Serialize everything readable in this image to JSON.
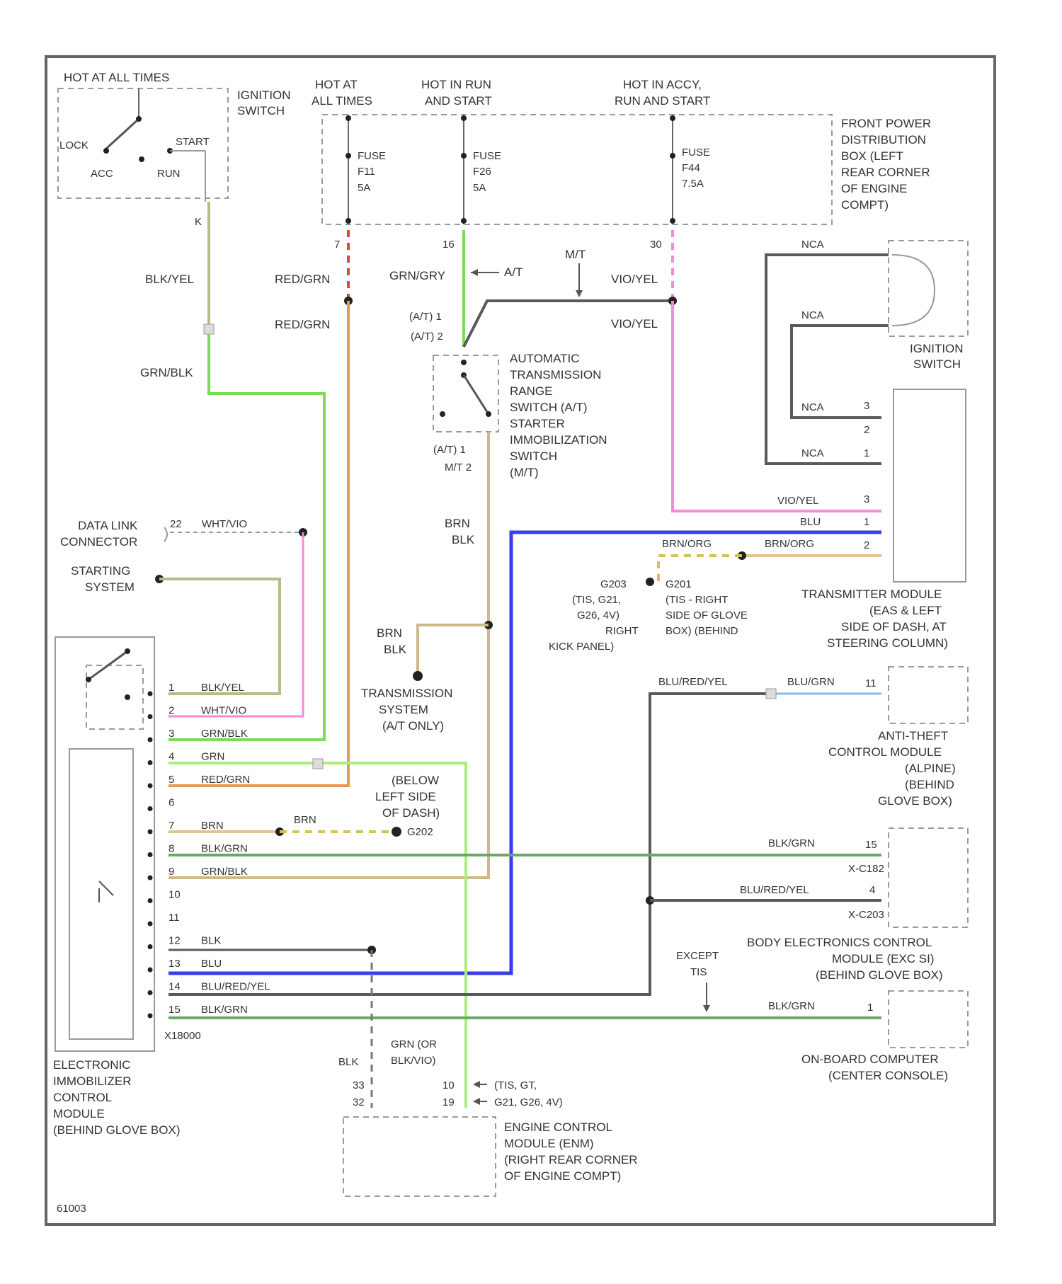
{
  "colors": {
    "gray": "#5a5a5a",
    "green": "#7ed957",
    "olive": "#b9b98a",
    "pink": "#f58ad6",
    "orange": "#e39a55",
    "blue": "#3b3bf0",
    "red": "#e0463b",
    "ltblue": "#8bb8e8",
    "dkgreen": "#6aa96a",
    "tan": "#cfa25a"
  },
  "top": {
    "hot_at_all_times_1": "HOT AT ALL TIMES",
    "ignition_switch": [
      "IGNITION",
      "SWITCH"
    ],
    "hot_at_all_times_2": [
      "HOT AT",
      "ALL TIMES"
    ],
    "hot_in_run": [
      "HOT IN RUN",
      "AND START"
    ],
    "hot_in_acc": [
      "HOT IN ACCY,",
      "RUN AND START"
    ],
    "switch_labels": {
      "lock": "LOCK",
      "acc": "ACC",
      "run": "RUN",
      "start": "START"
    },
    "fuses": [
      {
        "name": "FUSE",
        "num": "F11",
        "amp": "5A"
      },
      {
        "name": "FUSE",
        "num": "F26",
        "amp": "5A"
      },
      {
        "name": "FUSE",
        "num": "F44",
        "amp": "7.5A"
      }
    ],
    "power_box": [
      "FRONT POWER",
      "DISTRIBUTION",
      "BOX (LEFT",
      "REAR CORNER",
      "OF ENGINE",
      "COMPT)"
    ],
    "pins": {
      "k": "K",
      "p7": "7",
      "p16": "16",
      "p30": "30"
    }
  },
  "wires": {
    "blk_yel": "BLK/YEL",
    "red_grn_1": "RED/GRN",
    "red_grn_2": "RED/GRN",
    "grn_gry": "GRN/GRY",
    "at_arrow": "A/T",
    "mt": "M/T",
    "vio_yel_1": "VIO/YEL",
    "vio_yel_2": "VIO/YEL",
    "grn_blk": "GRN/BLK",
    "at1": "(A/T) 1",
    "at2": "(A/T) 2",
    "brn_blk": [
      "BRN",
      "BLK"
    ],
    "brn_blk_2": [
      "BRN",
      "BLK"
    ],
    "nca_1": "NCA",
    "nca_2": "NCA",
    "nca_3": "NCA",
    "nca_4": "NCA",
    "vio_yel_3": "VIO/YEL",
    "blu": "BLU",
    "brn_org_1": "BRN/ORG",
    "brn_org_2": "BRN/ORG",
    "blu_red_yel": "BLU/RED/YEL",
    "blu_grn": "BLU/GRN",
    "blk_grn_1": "BLK/GRN",
    "blu_red_yel_2": "BLU/RED/YEL",
    "blk_grn_2": "BLK/GRN",
    "brn": "BRN",
    "brn_2": "BRN",
    "blk": "BLK",
    "grn_or_blk": [
      "GRN (OR",
      "BLK/VIO)"
    ]
  },
  "components": {
    "atrs": [
      "AUTOMATIC",
      "TRANSMISSION",
      "RANGE",
      "SWITCH (A/T)",
      "STARTER",
      "IMMOBILIZATION",
      "SWITCH",
      "(M/T)"
    ],
    "ignition_switch_r": [
      "IGNITION",
      "SWITCH"
    ],
    "transmitter": [
      "TRANSMITTER MODULE",
      "(EAS & LEFT",
      "SIDE OF DASH, AT",
      "STEERING COLUMN)"
    ],
    "data_link": [
      "DATA LINK",
      "CONNECTOR"
    ],
    "dlc_pin": "22",
    "dlc_wire": "WHT/VIO",
    "starting_system": [
      "STARTING",
      "SYSTEM"
    ],
    "transmission_system": [
      "TRANSMISSION",
      "SYSTEM",
      "(A/T ONLY)"
    ],
    "g203": [
      "G203",
      "(TIS, G21,",
      "G26, 4V)",
      "RIGHT",
      "KICK PANEL)"
    ],
    "g201": [
      "G201",
      "(TIS - RIGHT",
      "SIDE OF GLOVE",
      "BOX) (BEHIND"
    ],
    "g202": [
      "(BELOW",
      "LEFT SIDE",
      "OF DASH)"
    ],
    "g202_id": "G202",
    "anti_theft": [
      "ANTI-THEFT",
      "CONTROL MODULE",
      "(ALPINE)",
      "(BEHIND",
      "GLOVE BOX)"
    ],
    "bec": [
      "BODY ELECTRONICS CONTROL",
      "MODULE (EXC SI)",
      "(BEHIND GLOVE BOX)"
    ],
    "bec_pins": {
      "p15": "15",
      "c2182": "X-C182",
      "p4": "4",
      "c2203": "X-C203"
    },
    "except": [
      "EXCEPT",
      "TIS"
    ],
    "obc": [
      "ON-BOARD COMPUTER",
      "(CENTER CONSOLE)"
    ],
    "obc_pin": "1",
    "atc_pin": "11",
    "ecm": [
      "ENGINE CONTROL",
      "MODULE (ENM)",
      "(RIGHT REAR CORNER",
      "OF ENGINE COMPT)"
    ],
    "ecm_pins": [
      "10",
      "19",
      "33",
      "32"
    ],
    "ecm_notes": [
      "(TIS, GT,",
      "G21, G26, 4V)"
    ],
    "eic": [
      "ELECTRONIC",
      "IMMOBILIZER",
      "CONTROL",
      "MODULE",
      "(BEHIND GLOVE BOX)"
    ],
    "eic_connector": "X18000",
    "tm_pins": [
      "3",
      "2",
      "1",
      "3",
      "1",
      "2"
    ]
  },
  "eic_rows": [
    {
      "pin": "1",
      "wire": "BLK/YEL"
    },
    {
      "pin": "2",
      "wire": "WHT/VIO"
    },
    {
      "pin": "3",
      "wire": "GRN/BLK"
    },
    {
      "pin": "4",
      "wire": "GRN"
    },
    {
      "pin": "5",
      "wire": "RED/GRN"
    },
    {
      "pin": "6",
      "wire": ""
    },
    {
      "pin": "7",
      "wire": "BRN"
    },
    {
      "pin": "8",
      "wire": "BLK/GRN"
    },
    {
      "pin": "9",
      "wire": "GRN/BLK"
    },
    {
      "pin": "10",
      "wire": ""
    },
    {
      "pin": "11",
      "wire": ""
    },
    {
      "pin": "12",
      "wire": "BLK"
    },
    {
      "pin": "13",
      "wire": "BLU"
    },
    {
      "pin": "14",
      "wire": "BLU/RED/YEL"
    },
    {
      "pin": "15",
      "wire": "BLK/GRN"
    }
  ],
  "footer": {
    "code": "61003"
  }
}
